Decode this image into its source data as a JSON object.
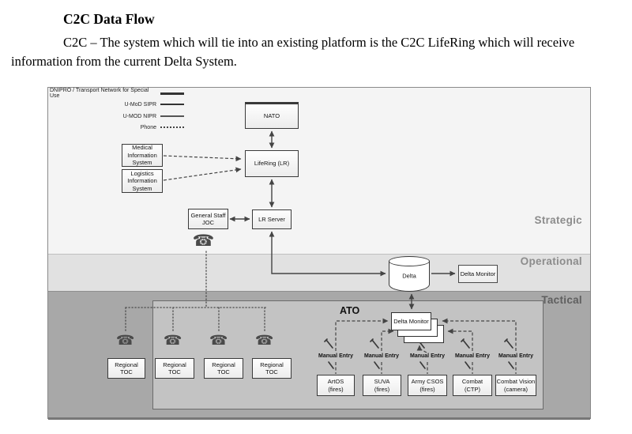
{
  "page": {
    "title": "C2C Data Flow",
    "paragraph": "C2C – The system which will tie into an existing platform is the C2C LifeRing which will receive information from the current Delta System."
  },
  "legend": {
    "dnipro": "DNIPRO / Transport Network for Special Use",
    "sipr": "U-MoD SIPR",
    "nipr": "U-MOD NIPR",
    "phone": "Phone"
  },
  "zones": {
    "strategic": "Strategic",
    "operational": "Operational",
    "tactical": "Tactical",
    "ato_label": "ATO"
  },
  "nodes": {
    "nato": "NATO",
    "lifering": "LifeRing (LR)",
    "lr_server": "LR Server",
    "general_staff": "General Staff\nJOC",
    "medical": "Medical\nInformation\nSystem",
    "logistics": "Logistics\nInformation\nSystem",
    "delta": "Delta",
    "delta_monitor_op": "Delta Monitor",
    "delta_monitor_tac": "Delta Monitor",
    "regional_toc": [
      "Regional\nTOC",
      "Regional\nTOC",
      "Regional\nTOC",
      "Regional\nTOC"
    ],
    "manual_entry": [
      "Manual Entry",
      "Manual Entry",
      "Manual Entry",
      "Manual Entry",
      "Manual Entry"
    ],
    "tactical_systems": [
      "ArtOS\n(fires)",
      "SUVA\n(fires)",
      "Army CSOS\n(fires)",
      "Combat\n(CTP)",
      "Combat Vision\n(camera)"
    ]
  },
  "icons": {
    "phone_glyph": "☎"
  },
  "colors": {
    "strategic_bg": "#f4f4f4",
    "operational_bg": "#e1e1e1",
    "tactical_bg": "#a8a8a8",
    "ato_bg": "#c3c3c3",
    "line": "#444444",
    "zone_label": "#8c8c8c"
  }
}
